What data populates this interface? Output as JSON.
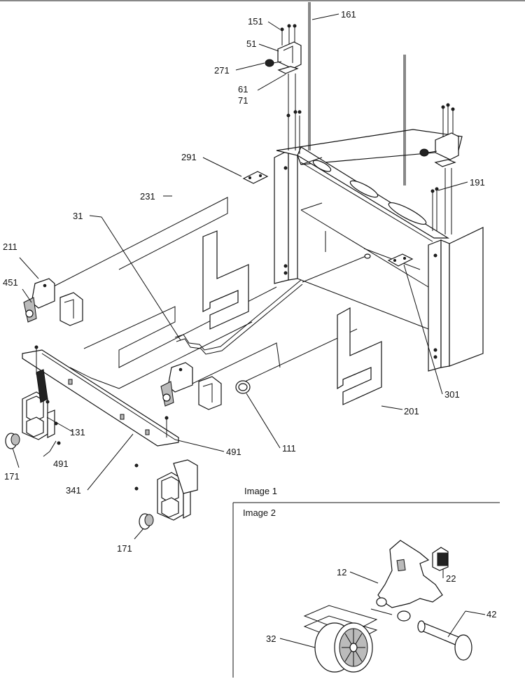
{
  "callouts": [
    {
      "id": "c151",
      "text": "151"
    },
    {
      "id": "c161",
      "text": "161"
    },
    {
      "id": "c51",
      "text": "51"
    },
    {
      "id": "c271",
      "text": "271"
    },
    {
      "id": "c61",
      "text": "61"
    },
    {
      "id": "c71",
      "text": "71"
    },
    {
      "id": "c291",
      "text": "291"
    },
    {
      "id": "c231",
      "text": "231"
    },
    {
      "id": "c191",
      "text": "191"
    },
    {
      "id": "c31",
      "text": "31"
    },
    {
      "id": "c211",
      "text": "211"
    },
    {
      "id": "c451",
      "text": "451"
    },
    {
      "id": "c131",
      "text": "131"
    },
    {
      "id": "c491a",
      "text": "491"
    },
    {
      "id": "c491b",
      "text": "491"
    },
    {
      "id": "c171a",
      "text": "171"
    },
    {
      "id": "c171b",
      "text": "171"
    },
    {
      "id": "c341",
      "text": "341"
    },
    {
      "id": "c111",
      "text": "111"
    },
    {
      "id": "c201",
      "text": "201"
    },
    {
      "id": "c301",
      "text": "301"
    },
    {
      "id": "c12",
      "text": "12"
    },
    {
      "id": "c22",
      "text": "22"
    },
    {
      "id": "c32",
      "text": "32"
    },
    {
      "id": "c42",
      "text": "42"
    }
  ],
  "captions": {
    "image1": "Image 1",
    "image2": "Image 2"
  }
}
